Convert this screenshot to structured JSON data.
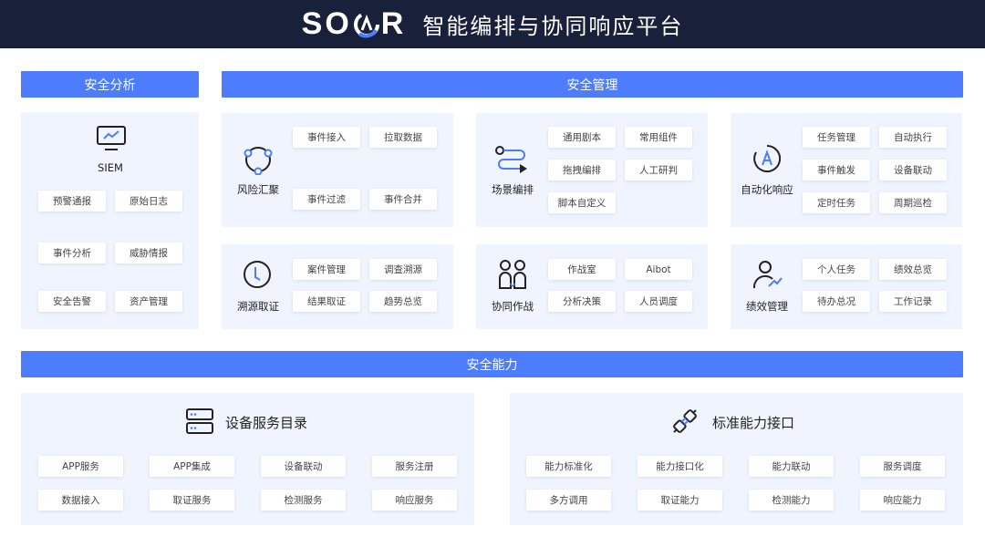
{
  "header": {
    "logo": "SOAR",
    "title": "智能编排与协同响应平台"
  },
  "sections": {
    "analysis": "安全分析",
    "management": "安全管理",
    "capability": "安全能力"
  },
  "siem": {
    "label": "SIEM",
    "items": [
      "预警通报",
      "原始日志",
      "事件分析",
      "威胁情报",
      "安全告警",
      "资产管理"
    ]
  },
  "modules": [
    {
      "label": "风险汇聚",
      "items": [
        "事件接入",
        "拉取数据",
        "事件过滤",
        "事件合并"
      ]
    },
    {
      "label": "场景编排",
      "items": [
        "通用剧本",
        "常用组件",
        "拖拽编排",
        "人工研判",
        "脚本自定义"
      ]
    },
    {
      "label": "自动化响应",
      "items": [
        "任务管理",
        "自动执行",
        "事件触发",
        "设备联动",
        "定时任务",
        "周期巡检"
      ]
    },
    {
      "label": "溯源取证",
      "items": [
        "案件管理",
        "调查溯源",
        "结果取证",
        "趋势总览"
      ]
    },
    {
      "label": "协同作战",
      "items": [
        "作战室",
        "Aibot",
        "分析决策",
        "人员调度"
      ]
    },
    {
      "label": "绩效管理",
      "items": [
        "个人任务",
        "绩效总览",
        "待办总况",
        "工作记录"
      ]
    }
  ],
  "catalog": {
    "title": "设备服务目录",
    "items": [
      "APP服务",
      "APP集成",
      "设备联动",
      "服务注册",
      "数据接入",
      "取证服务",
      "检测服务",
      "响应服务"
    ]
  },
  "interfaces": {
    "title": "标准能力接口",
    "items": [
      "能力标准化",
      "能力接口化",
      "能力联动",
      "服务调度",
      "多方调用",
      "取证能力",
      "检测能力",
      "响应能力"
    ]
  },
  "colors": {
    "accent": "#4d7cfe",
    "header_bg": "#18203a",
    "card_bg": "#eff4fe"
  }
}
